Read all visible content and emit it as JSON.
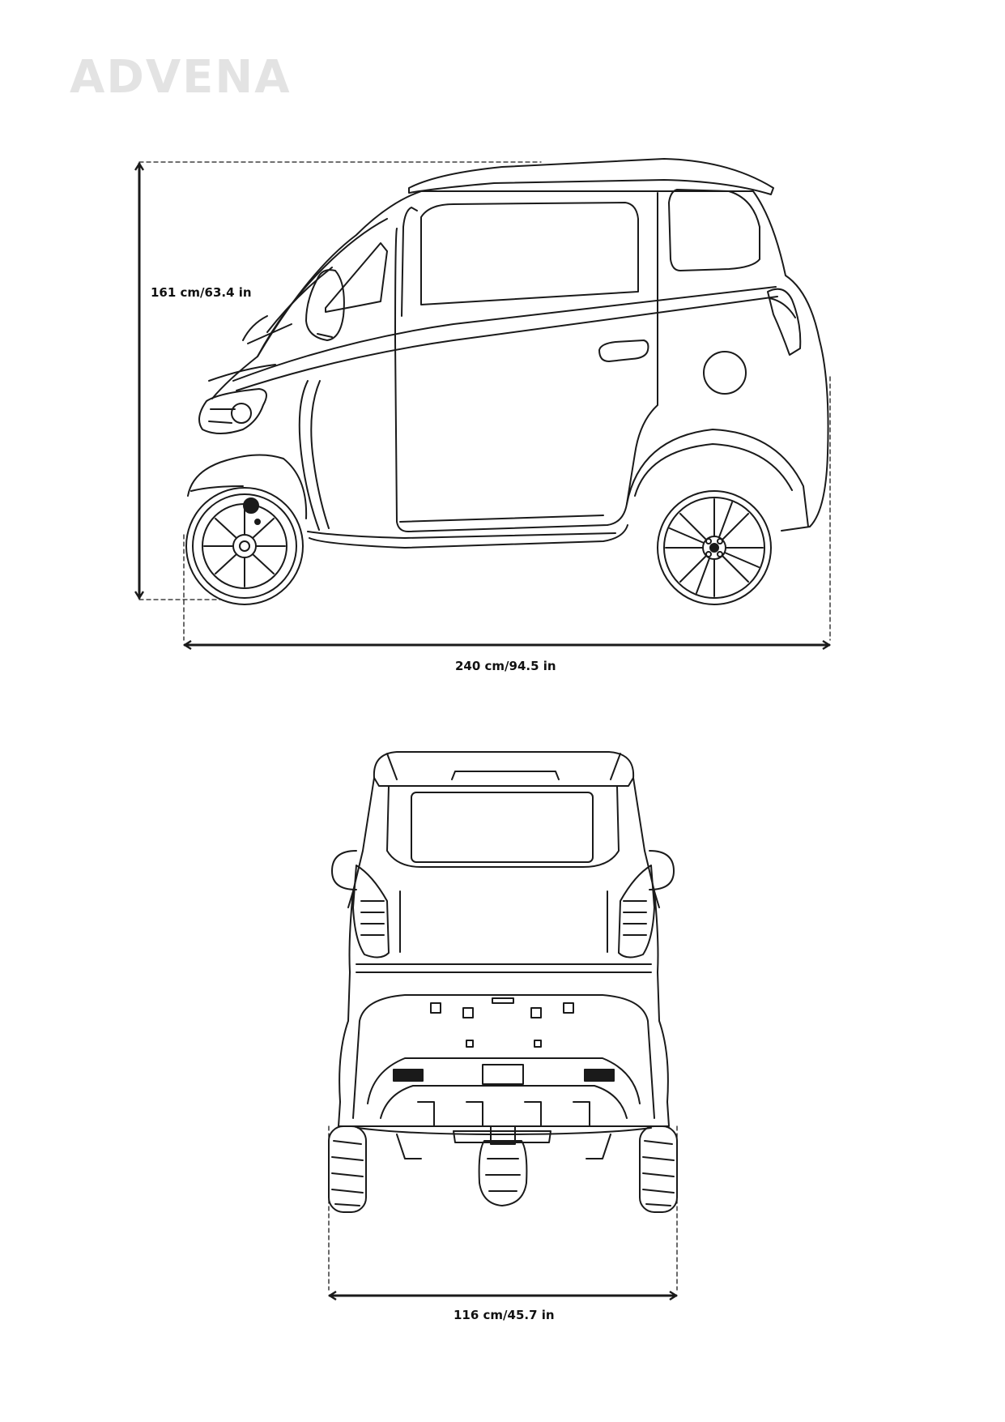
{
  "brand": {
    "name": "ADVENA"
  },
  "side_view": {
    "height_label": "161 cm/63.4 in",
    "length_label": "240 cm/94.5 in"
  },
  "rear_view": {
    "width_label": "116 cm/45.7 in"
  },
  "colors": {
    "line": "#1a1a1a",
    "brand": "#e3e3e3",
    "background": "#ffffff"
  }
}
